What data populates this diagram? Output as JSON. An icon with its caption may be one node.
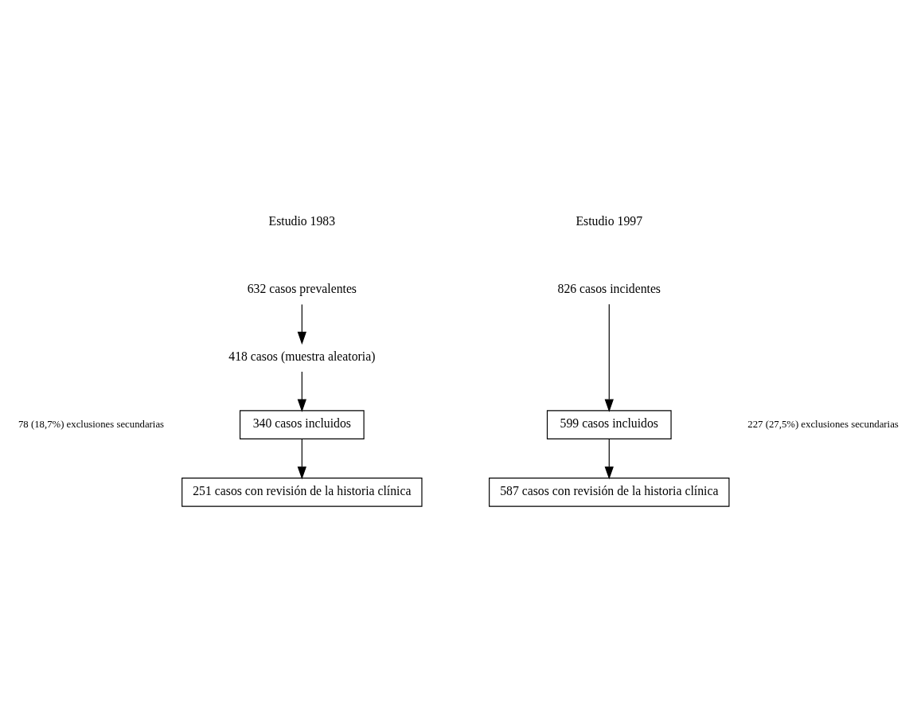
{
  "diagram": {
    "nodes": [
      {
        "text": [
          "632 casos prevalentes"
        ]
      },
      {
        "text": [
          "418 casos (muestra aleatoria)"
        ]
      },
      {
        "text": [
          "340 casos incluidos"
        ]
      },
      {
        "text": [
          "251 casos con revisión de la historia clínica"
        ]
      },
      {
        "text": [
          "826 casos incidentes"
        ]
      },
      {
        "text": [
          "599 casos incluidos"
        ]
      },
      {
        "text": [
          "587 casos con revisión de la historia clínica"
        ]
      }
    ],
    "edges": [
      {
        "from": 0,
        "to": 1,
        "arrow": "to"
      },
      {
        "from": 1,
        "to": 2,
        "arrow": "to"
      },
      {
        "from": 2,
        "to": 3,
        "arrow": "to"
      },
      {
        "from": 4,
        "to": 5,
        "arrow": "to"
      },
      {
        "from": 5,
        "to": 6,
        "arrow": "to"
      }
    ],
    "labels": [
      "Estudio 1983",
      "Estudio 1997",
      "78 (18,7%) exclusiones secundarias",
      "227 (27,5%) exclusiones secundarias"
    ]
  }
}
